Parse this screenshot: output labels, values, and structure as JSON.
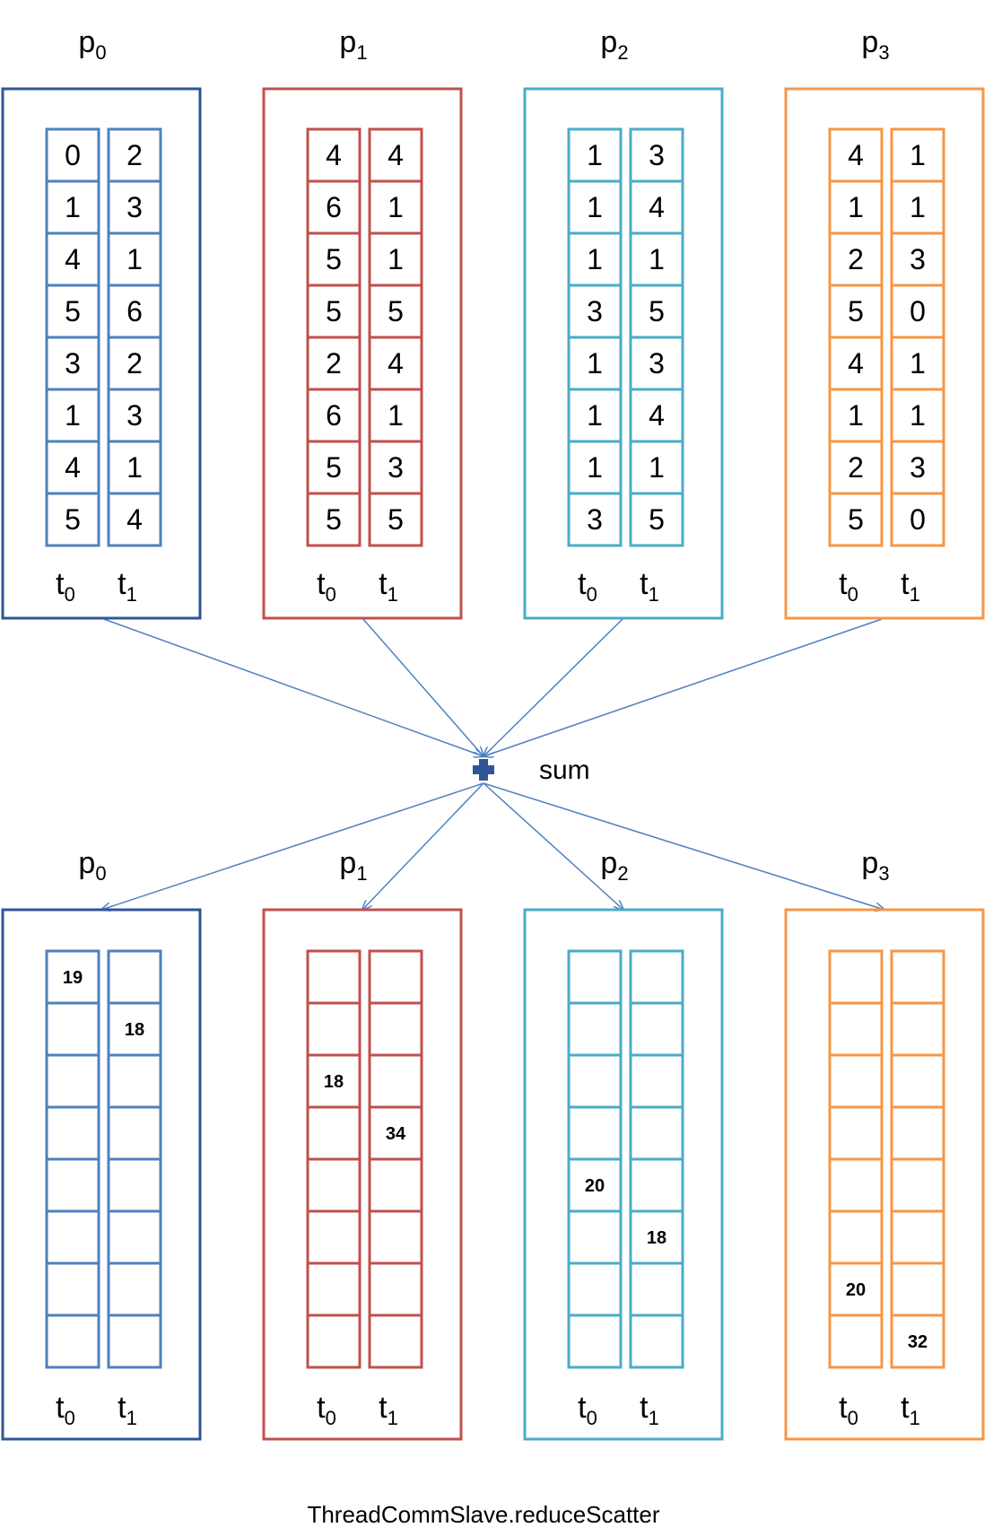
{
  "processes": [
    {
      "label": "p",
      "index": "0",
      "color": "#2f5597",
      "cellColor": "#4f81bd",
      "t0_label": "t",
      "t0_index": "0",
      "t1_label": "t",
      "t1_index": "1",
      "input": {
        "t0": [
          "0",
          "1",
          "4",
          "5",
          "3",
          "1",
          "4",
          "5"
        ],
        "t1": [
          "2",
          "3",
          "1",
          "6",
          "2",
          "3",
          "1",
          "4"
        ]
      },
      "output": {
        "t0": [
          "19",
          "",
          "",
          "",
          "",
          "",
          "",
          ""
        ],
        "t1": [
          "",
          "18",
          "",
          "",
          "",
          "",
          "",
          ""
        ]
      }
    },
    {
      "label": "p",
      "index": "1",
      "color": "#c0504d",
      "cellColor": "#c0504d",
      "t0_label": "t",
      "t0_index": "0",
      "t1_label": "t",
      "t1_index": "1",
      "input": {
        "t0": [
          "4",
          "6",
          "5",
          "5",
          "2",
          "6",
          "5",
          "5"
        ],
        "t1": [
          "4",
          "1",
          "1",
          "5",
          "4",
          "1",
          "3",
          "5"
        ]
      },
      "output": {
        "t0": [
          "",
          "",
          "18",
          "",
          "",
          "",
          "",
          ""
        ],
        "t1": [
          "",
          "",
          "",
          "34",
          "",
          "",
          "",
          ""
        ]
      }
    },
    {
      "label": "p",
      "index": "2",
      "color": "#4bacc6",
      "cellColor": "#4bacc6",
      "t0_label": "t",
      "t0_index": "0",
      "t1_label": "t",
      "t1_index": "1",
      "input": {
        "t0": [
          "1",
          "1",
          "1",
          "3",
          "1",
          "1",
          "1",
          "3"
        ],
        "t1": [
          "3",
          "4",
          "1",
          "5",
          "3",
          "4",
          "1",
          "5"
        ]
      },
      "output": {
        "t0": [
          "",
          "",
          "",
          "",
          "20",
          "",
          "",
          ""
        ],
        "t1": [
          "",
          "",
          "",
          "",
          "",
          "18",
          "",
          ""
        ]
      }
    },
    {
      "label": "p",
      "index": "3",
      "color": "#f79646",
      "cellColor": "#f79646",
      "t0_label": "t",
      "t0_index": "0",
      "t1_label": "t",
      "t1_index": "1",
      "input": {
        "t0": [
          "4",
          "1",
          "2",
          "5",
          "4",
          "1",
          "2",
          "5"
        ],
        "t1": [
          "1",
          "1",
          "3",
          "0",
          "1",
          "1",
          "3",
          "0"
        ]
      },
      "output": {
        "t0": [
          "",
          "",
          "",
          "",
          "",
          "",
          "20",
          ""
        ],
        "t1": [
          "",
          "",
          "",
          "",
          "",
          "",
          "",
          "32"
        ]
      }
    }
  ],
  "sum_label": "sum",
  "caption": "ThreadCommSlave.reduceScatter",
  "arrow_color": "#4f81bd",
  "sum_icon_color": "#2f5597"
}
